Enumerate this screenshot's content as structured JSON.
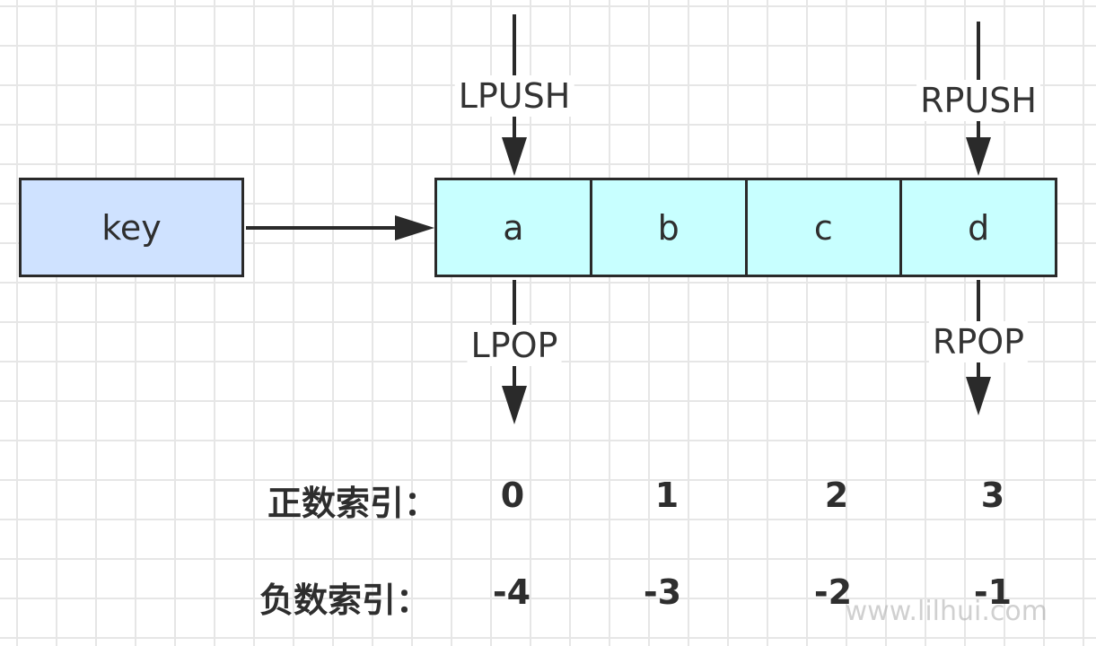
{
  "key_label": "key",
  "list_items": [
    "a",
    "b",
    "c",
    "d"
  ],
  "operations": {
    "lpush": "LPUSH",
    "rpush": "RPUSH",
    "lpop": "LPOP",
    "rpop": "RPOP"
  },
  "positive_index": {
    "label": "正数索引：",
    "values": [
      "0",
      "1",
      "2",
      "3"
    ]
  },
  "negative_index": {
    "label": "负数索引：",
    "values": [
      "-4",
      "-3",
      "-2",
      "-1"
    ]
  },
  "watermark": "www.lilhui.com",
  "colors": {
    "key_fill": "#cfe2ff",
    "list_fill": "#c8ffff",
    "stroke": "#2a2a2a",
    "grid": "#e6e6e6"
  }
}
